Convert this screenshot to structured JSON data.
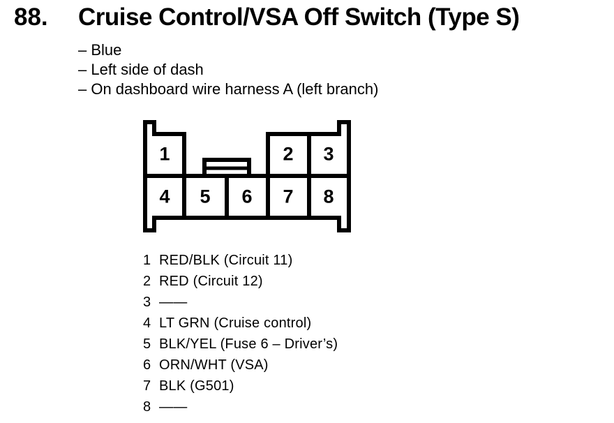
{
  "page": {
    "item_number": "88.",
    "title": "Cruise Control/VSA Off Switch (Type S)",
    "bullets": [
      "– Blue",
      "– Left side of dash",
      "– On dashboard wire harness A (left branch)"
    ]
  },
  "connector": {
    "description": "8-cavity connector, two rows with center latch",
    "cavities": [
      "1",
      "2",
      "3",
      "4",
      "5",
      "6",
      "7",
      "8"
    ]
  },
  "pins": [
    {
      "num": "1",
      "desc": "RED/BLK (Circuit 11)"
    },
    {
      "num": "2",
      "desc": "RED (Circuit 12)"
    },
    {
      "num": "3",
      "desc": "——"
    },
    {
      "num": "4",
      "desc": "LT GRN (Cruise control)"
    },
    {
      "num": "5",
      "desc": "BLK/YEL (Fuse 6 – Driver’s)"
    },
    {
      "num": "6",
      "desc": "ORN/WHT (VSA)"
    },
    {
      "num": "7",
      "desc": "BLK (G501)"
    },
    {
      "num": "8",
      "desc": "——"
    }
  ],
  "colors": {
    "ink": "#000000",
    "paper": "#ffffff"
  }
}
